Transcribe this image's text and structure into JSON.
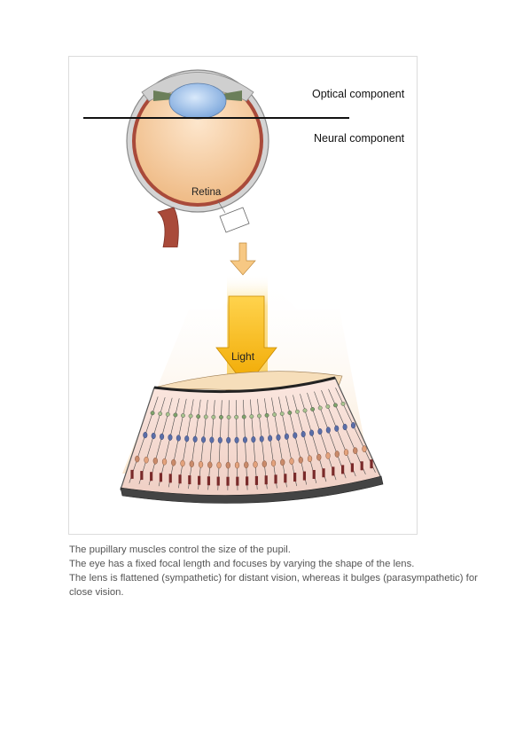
{
  "figure": {
    "label_optical": "Optical component",
    "label_neural": "Neural component",
    "label_retina": "Retina",
    "label_light": "Light"
  },
  "caption": {
    "line1": "The pupillary muscles control the size of the pupil.",
    "line2": "The eye has a fixed focal length and focuses by varying the shape of the lens.",
    "line3": "The lens is flattened (sympathetic) for distant vision, whereas it bulges (parasympathetic) for close vision."
  },
  "colors": {
    "vitreous": "#f3c99a",
    "lens": "#a8c8ec",
    "sclera": "#bdbdbd",
    "choroid": "#9c3a2e",
    "light_arrow": "#f5b400",
    "retina_layer": "#f4dcd2"
  }
}
